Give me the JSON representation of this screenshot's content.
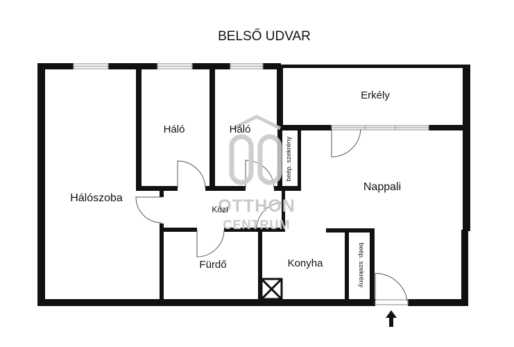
{
  "title": "BELSŐ UDVAR",
  "rooms": {
    "halo_1": "Háló",
    "halo_2": "Háló",
    "erkely": "Erkély",
    "haloszoba": "Hálószoba",
    "nappali": "Nappali",
    "kozl": "Közl",
    "furdo": "Fürdő",
    "konyha": "Konyha",
    "beep_1": "beép. szekrény",
    "beep_2": "beép. szekrény"
  },
  "watermark": {
    "line1": "OTTHON",
    "line2": "CENTRUM"
  },
  "colors": {
    "wall": "#111111",
    "window_frame": "#9a9a9a",
    "watermark": "#c9c9c9"
  },
  "icons": [
    "entrance-arrow-icon",
    "chimney-cross-icon",
    "otthon-centrum-logo-icon"
  ]
}
